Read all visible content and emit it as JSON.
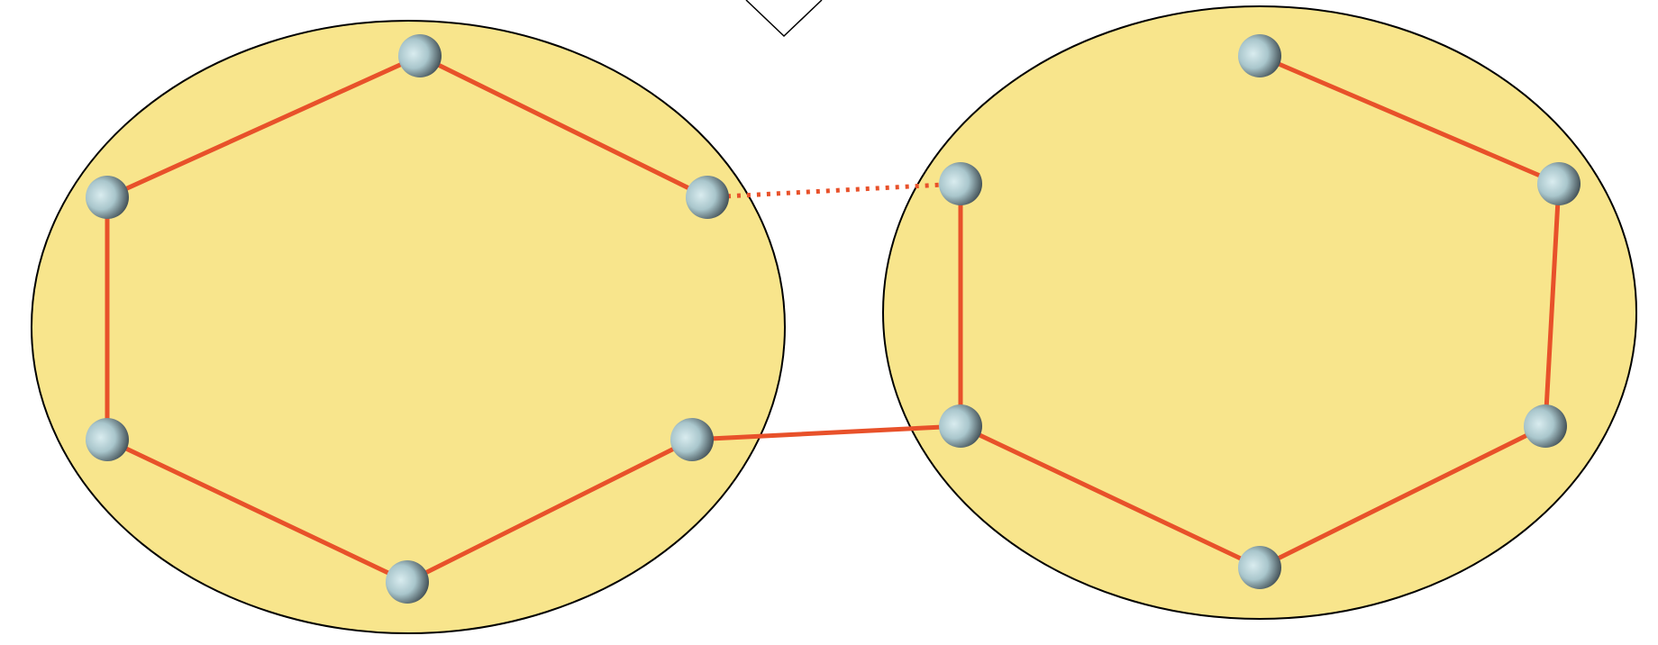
{
  "colors": {
    "background": "#ffffff",
    "cluster_fill": "#f8e58c",
    "cluster_outline": "#000000",
    "edge": "#e8512a",
    "edge_inter_solid": "#f09a3a",
    "node_light": "#c8e0e4",
    "node_dark": "#2a3338"
  },
  "diagram": {
    "clusters": [
      {
        "id": "left-cluster",
        "nodes": [
          "L1",
          "L2",
          "L3",
          "L4",
          "L5",
          "L6"
        ],
        "ring": true
      },
      {
        "id": "right-cluster",
        "nodes": [
          "R1",
          "R2",
          "R3",
          "R4",
          "R5",
          "R6"
        ],
        "ring": true
      }
    ],
    "edges": [
      {
        "from": "L1",
        "to": "L2",
        "style": "solid"
      },
      {
        "from": "L1",
        "to": "L6",
        "style": "solid"
      },
      {
        "from": "L6",
        "to": "L5",
        "style": "solid"
      },
      {
        "from": "L5",
        "to": "L4",
        "style": "solid"
      },
      {
        "from": "L4",
        "to": "L3",
        "style": "solid"
      },
      {
        "from": "R1",
        "to": "R2",
        "style": "solid"
      },
      {
        "from": "R2",
        "to": "R3",
        "style": "solid"
      },
      {
        "from": "R3",
        "to": "R4",
        "style": "solid"
      },
      {
        "from": "R4",
        "to": "R5",
        "style": "solid"
      },
      {
        "from": "R5",
        "to": "R6",
        "style": "solid"
      },
      {
        "from": "L2",
        "to": "R6",
        "style": "dotted"
      },
      {
        "from": "L3",
        "to": "R5",
        "style": "solid"
      }
    ]
  }
}
